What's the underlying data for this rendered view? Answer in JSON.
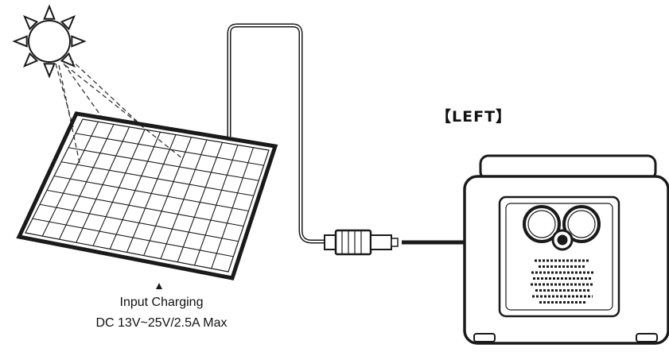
{
  "side_label": "【LEFT】",
  "caption": {
    "line1": "Input Charging",
    "line2": "DC 13V~25V/2.5A Max"
  },
  "colors": {
    "line": "#1a1a1a",
    "background": "#ffffff"
  },
  "icons": [
    "sun-icon",
    "solar-panel-icon",
    "dc-connector-icon",
    "arrow-icon",
    "power-station-icon"
  ]
}
